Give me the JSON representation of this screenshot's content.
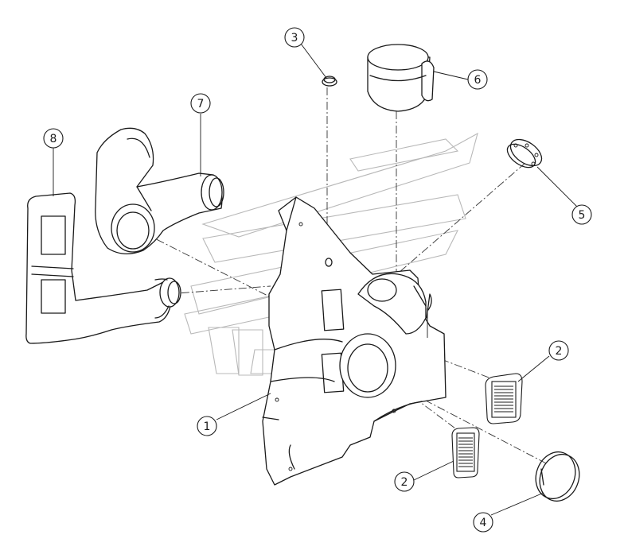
{
  "diagram": {
    "callouts": [
      {
        "id": "c1",
        "label": "1"
      },
      {
        "id": "c2a",
        "label": "2"
      },
      {
        "id": "c2b",
        "label": "2"
      },
      {
        "id": "c3",
        "label": "3"
      },
      {
        "id": "c4",
        "label": "4"
      },
      {
        "id": "c5",
        "label": "5"
      },
      {
        "id": "c6",
        "label": "6"
      },
      {
        "id": "c7",
        "label": "7"
      },
      {
        "id": "c8",
        "label": "8"
      }
    ],
    "parts": [
      {
        "callout": "1",
        "name": "main-panel"
      },
      {
        "callout": "2",
        "name": "vent-grille"
      },
      {
        "callout": "3",
        "name": "grommet"
      },
      {
        "callout": "4",
        "name": "round-cap"
      },
      {
        "callout": "5",
        "name": "round-flange"
      },
      {
        "callout": "6",
        "name": "cylindrical-cup"
      },
      {
        "callout": "7",
        "name": "elbow-duct"
      },
      {
        "callout": "8",
        "name": "side-duct"
      }
    ]
  }
}
